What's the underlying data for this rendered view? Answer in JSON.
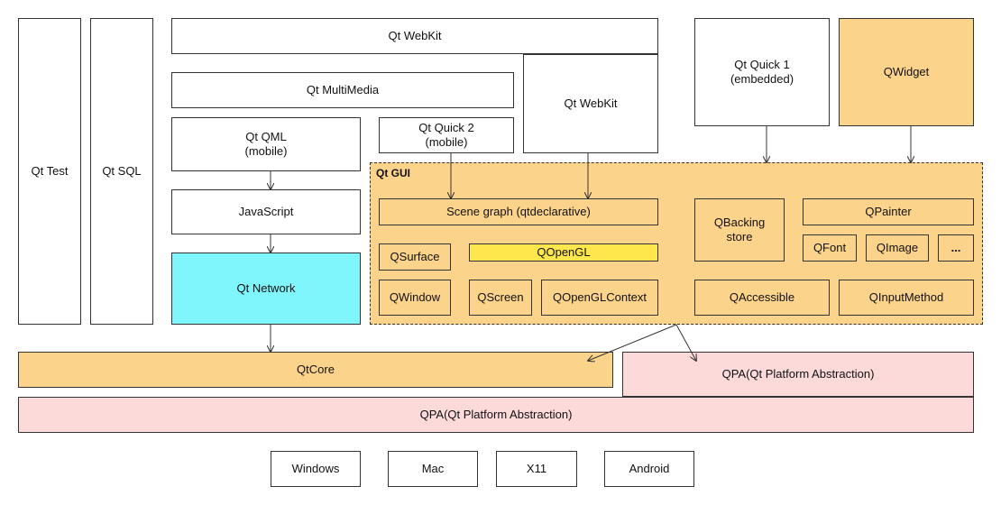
{
  "colors": {
    "orange": "#fcd38b",
    "pink": "#fcdada",
    "cyan": "#7ff6fb",
    "yellow": "#fde74c",
    "border": "#333333"
  },
  "left_modules": {
    "qt_test": "Qt Test",
    "qt_sql": "Qt SQL"
  },
  "top": {
    "webkit_wide": "Qt WebKit",
    "multimedia": "Qt MultiMedia",
    "qml": "Qt QML\n(mobile)",
    "quick2": "Qt Quick 2\n(mobile)",
    "webkit": "Qt WebKit",
    "quick1": "Qt Quick 1\n(embedded)",
    "qwidget": "QWidget"
  },
  "middle": {
    "javascript": "JavaScript",
    "network": "Qt Network"
  },
  "gui": {
    "title": "Qt GUI",
    "scene_graph": "Scene graph (qtdeclarative)",
    "qsurface": "QSurface",
    "qopengl": "QOpenGL",
    "qwindow": "QWindow",
    "qscreen": "QScreen",
    "qopenglcontext": "QOpenGLContext",
    "qbacking": "QBacking\nstore",
    "qpainter": "QPainter",
    "qfont": "QFont",
    "qimage": "QImage",
    "more": "...",
    "qaccessible": "QAccessible",
    "qinputmethod": "QInputMethod"
  },
  "bottom": {
    "qtcore": "QtCore",
    "qpa_right": "QPA(Qt Platform Abstraction)",
    "qpa": "QPA(Qt Platform Abstraction)"
  },
  "platforms": {
    "windows": "Windows",
    "mac": "Mac",
    "x11": "X11",
    "android": "Android"
  }
}
